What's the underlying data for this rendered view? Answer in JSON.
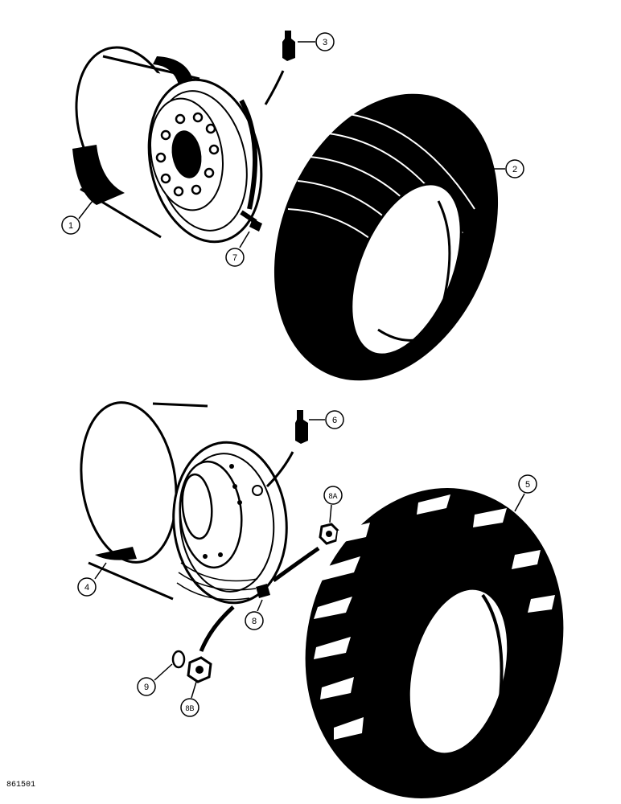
{
  "figure_id": "861501",
  "callouts": {
    "c1": "1",
    "c2": "2",
    "c3": "3",
    "c4": "4",
    "c5": "5",
    "c6": "6",
    "c7": "7",
    "c8": "8",
    "c9": "9",
    "c8a": "8A",
    "c8b": "8B"
  },
  "colors": {
    "ink": "#000000",
    "paper": "#ffffff"
  }
}
